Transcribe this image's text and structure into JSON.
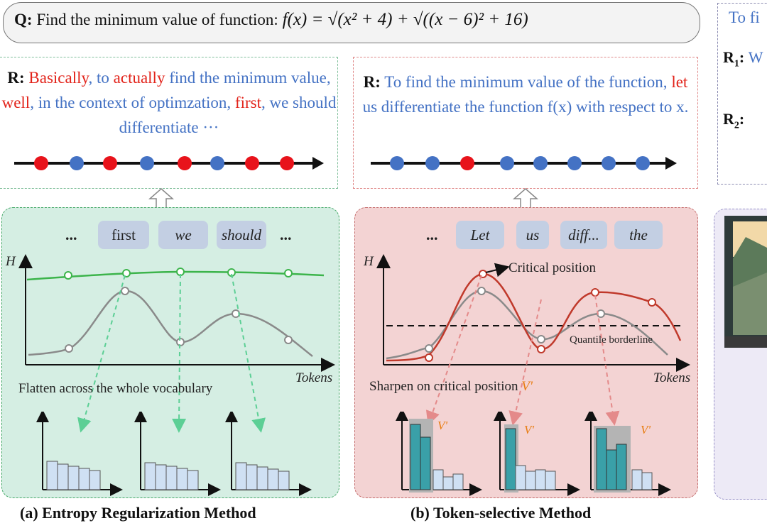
{
  "question": {
    "label": "Q:",
    "text": "Find the minimum value of function:",
    "formula": "f(x) = √(x² + 4) + √((x − 6)² + 16)"
  },
  "left_response": {
    "label": "R:",
    "segments": [
      {
        "text": "Basically",
        "color": "red"
      },
      {
        "text": ", to ",
        "color": "blue"
      },
      {
        "text": "actually",
        "color": "red"
      },
      {
        "text": " find the minimum value, ",
        "color": "blue"
      },
      {
        "text": "well",
        "color": "red"
      },
      {
        "text": ", in the context of optimzation, ",
        "color": "blue"
      },
      {
        "text": "first",
        "color": "red"
      },
      {
        "text": ", we should  differentiate  ···",
        "color": "blue"
      }
    ]
  },
  "middle_response": {
    "label": "R:",
    "part1": "To find the minimum value of the function, ",
    "highlight": "let",
    "part2": " us differentiate the function f(x) with respect to x."
  },
  "right_partial": {
    "text": "To fi",
    "r1_label": "R",
    "r1_sub": "1",
    "r1_tail": "W",
    "r2_label": "R",
    "r2_sub": "2"
  },
  "panel_a": {
    "tokens": [
      "first",
      "we",
      "should"
    ],
    "ellipsis": "...",
    "y_axis": "H",
    "x_axis": "Tokens",
    "annotation": "Flatten across the whole vocabulary",
    "caption": "(a) Entropy Regularization Method"
  },
  "panel_b": {
    "tokens": [
      "Let",
      "us",
      "diff...",
      "the"
    ],
    "ellipsis": "...",
    "y_axis": "H",
    "x_axis": "Tokens",
    "critical_label": "Critical position",
    "borderline_label": "Quantile borderline",
    "annotation": "Sharpen on critical position",
    "v_label": "V'",
    "caption": "(b) Token-selective Method"
  },
  "colors": {
    "red": "#e2231a",
    "blue": "#4472c4",
    "green_panel": "#d5eee3",
    "pink_panel": "#f3d3d3",
    "green_line": "#3cb44b",
    "dark_red_line": "#c0392b",
    "gray_line": "#8a8a8a",
    "teal_bar": "#3aa0a8",
    "light_bar": "#cfe0f3"
  }
}
